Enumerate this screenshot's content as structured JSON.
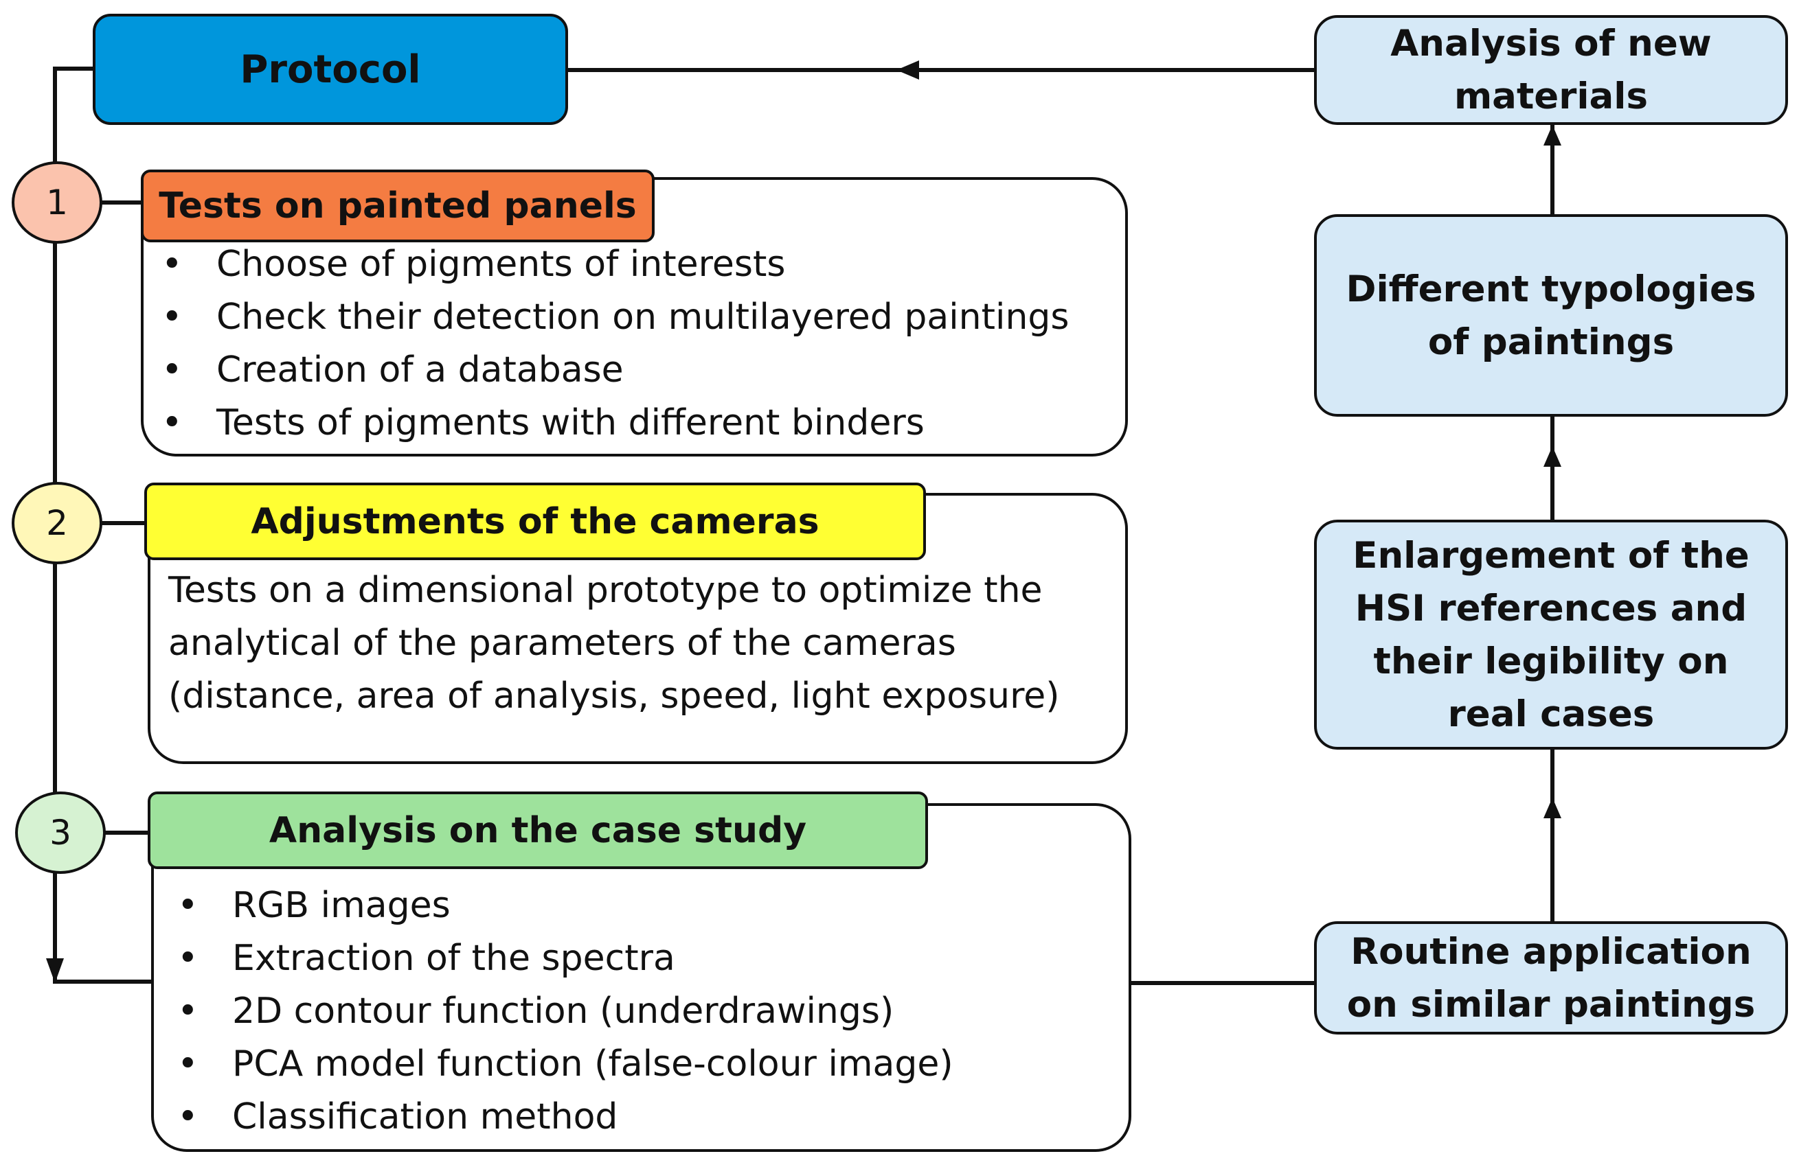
{
  "protocol": {
    "label": "Protocol"
  },
  "steps": [
    {
      "number": "1",
      "title": "Tests on painted panels",
      "bullets": [
        "Choose of pigments of interests",
        "Check their detection on multilayered paintings",
        "Creation of a database",
        "Tests of pigments with different binders"
      ]
    },
    {
      "number": "2",
      "title": "Adjustments of the cameras",
      "lines": [
        "Tests on a dimensional prototype to optimize the",
        "analytical of the parameters of the cameras",
        "(distance, area of analysis, speed, light exposure)"
      ]
    },
    {
      "number": "3",
      "title": "Analysis on the case study",
      "bullets": [
        "RGB images",
        "Extraction of the spectra",
        "2D contour function (underdrawings)",
        "PCA model function (false-colour image)",
        "Classification method"
      ]
    }
  ],
  "right_column": [
    {
      "lines": [
        "Analysis of new",
        "materials"
      ]
    },
    {
      "lines": [
        "Different typologies",
        "of paintings"
      ]
    },
    {
      "lines": [
        "Enlargement of the",
        "HSI references and",
        "their legibility on",
        "real cases"
      ]
    },
    {
      "lines": [
        "Routine application",
        "on similar paintings"
      ]
    }
  ],
  "colors": {
    "protocol_fill": "#0096dc",
    "step1_header": "#f47c42",
    "step1_circle": "#fbc3ad",
    "step2_header": "#ffff33",
    "step2_circle": "#fff7b8",
    "step3_header": "#9ee29c",
    "step3_circle": "#d6f2d2",
    "right_box_fill": "#d6e9f7",
    "line": "#111111"
  }
}
